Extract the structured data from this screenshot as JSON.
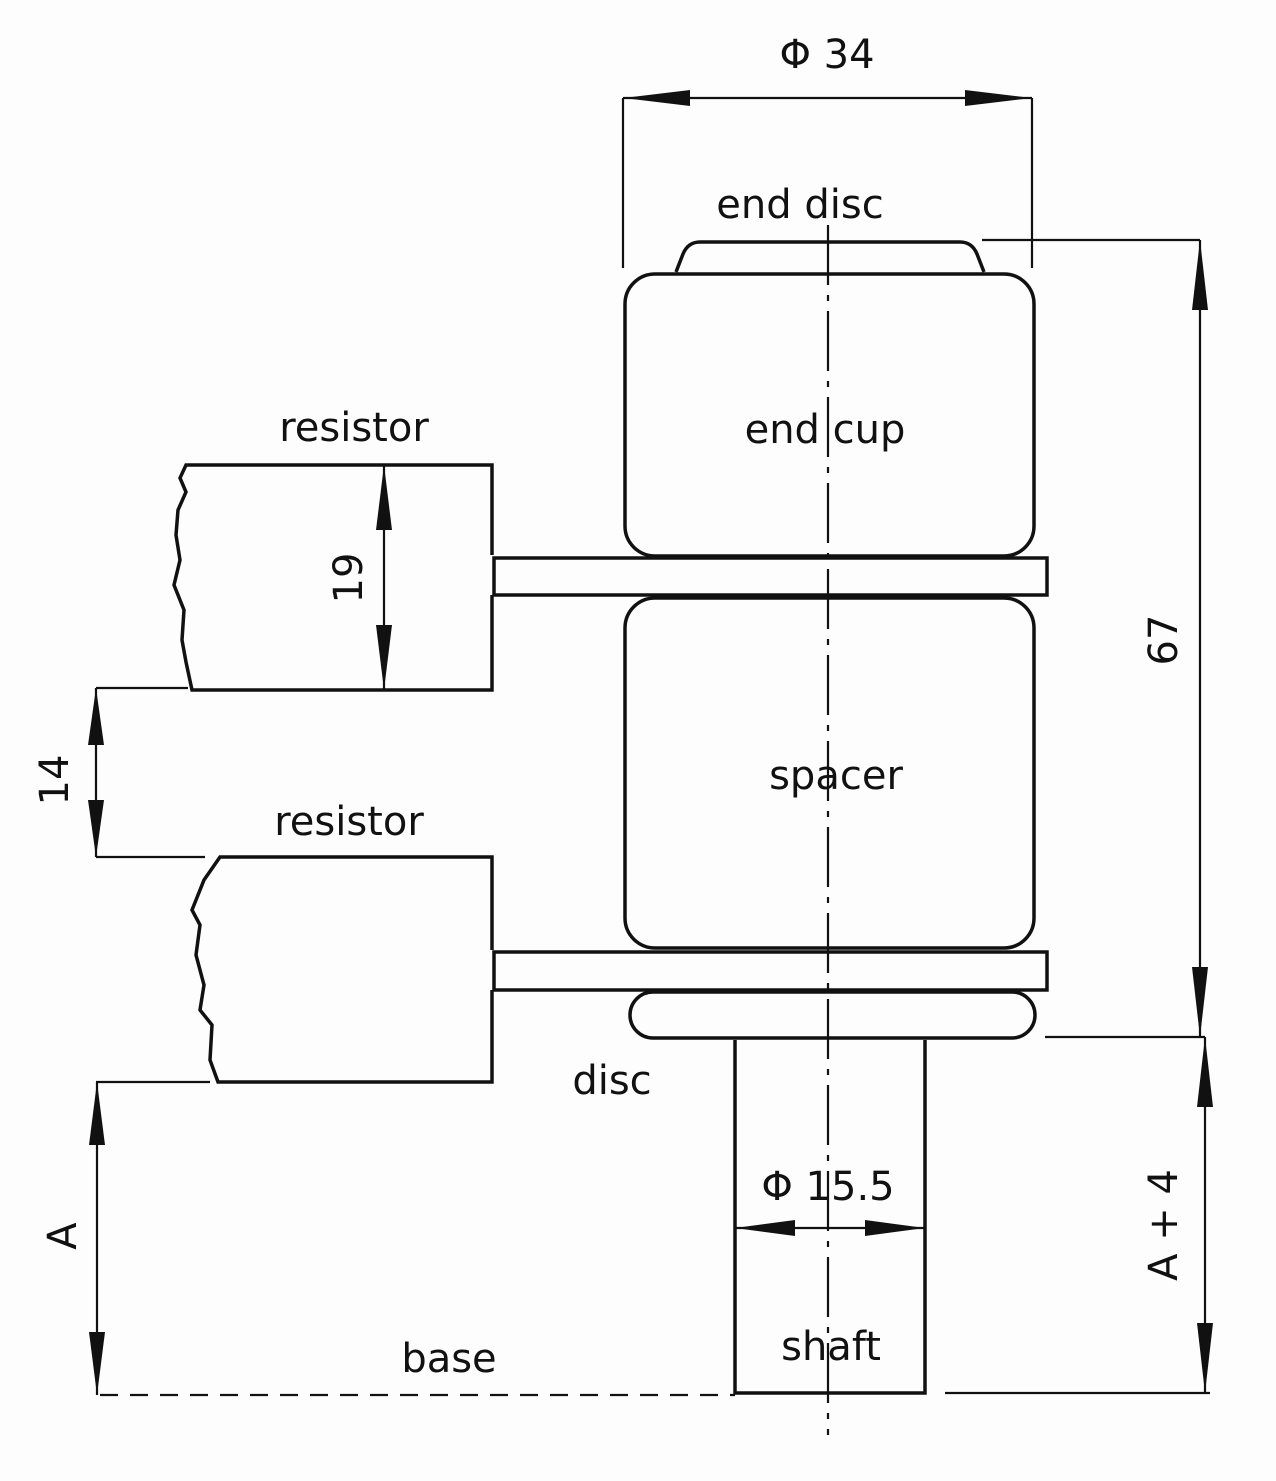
{
  "labels": {
    "dia_end": "Φ 34",
    "end_disc": "end disc",
    "end_cup": "end cup",
    "resistor_top": "resistor",
    "dim_19": "19",
    "dim_67": "67",
    "dim_14": "14",
    "resistor_bottom": "resistor",
    "spacer": "spacer",
    "disc": "disc",
    "dia_shaft": "Φ 15.5",
    "dim_a": "A",
    "dim_a4": "A + 4",
    "base": "base",
    "shaft": "shaft"
  },
  "colors": {
    "ink": "#111111",
    "paper": "#fdfdfd"
  }
}
